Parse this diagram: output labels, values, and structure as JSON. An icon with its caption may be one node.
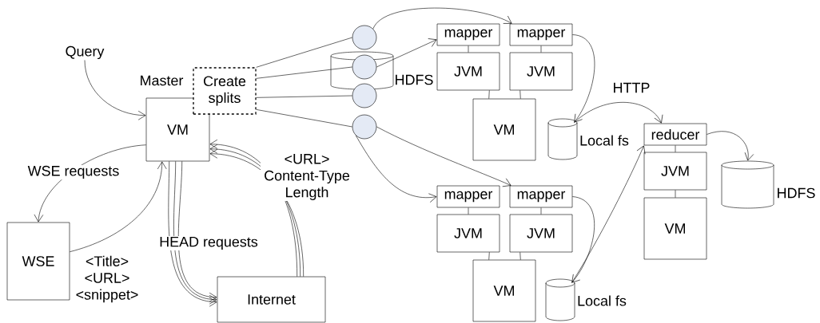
{
  "diagram": {
    "nodes": [
      {
        "text": [
          "Query"
        ]
      },
      {
        "text": [
          "VM"
        ],
        "beside": [
          "Master"
        ]
      },
      {
        "text": [
          "Create splits"
        ]
      },
      {
        "text": [
          "WSE"
        ]
      },
      {
        "text": [
          "Internet"
        ]
      },
      {
        "text": [
          "HDFS"
        ]
      },
      {
        "text": [],
        "shape": "circle"
      },
      {
        "text": [],
        "shape": "circle",
        "in": 5
      },
      {
        "text": [],
        "shape": "circle"
      },
      {
        "text": [],
        "shape": "circle"
      },
      {
        "text": [
          "mapper"
        ]
      },
      {
        "text": [
          "mapper"
        ]
      },
      {
        "text": [
          "JVM"
        ]
      },
      {
        "text": [
          "JVM"
        ]
      },
      {
        "text": [
          "VM"
        ]
      },
      {
        "text": [
          "Local fs"
        ]
      },
      {
        "text": [
          "mapper"
        ]
      },
      {
        "text": [
          "mapper"
        ]
      },
      {
        "text": [
          "JVM"
        ]
      },
      {
        "text": [
          "JVM"
        ]
      },
      {
        "text": [
          "VM"
        ]
      },
      {
        "text": [
          "Local fs"
        ]
      },
      {
        "text": [
          "reducer"
        ]
      },
      {
        "text": [
          "JVM"
        ]
      },
      {
        "text": [
          "VM"
        ]
      },
      {
        "text": [
          "HDFS"
        ]
      }
    ],
    "edges": [
      {
        "from": 0,
        "to": 1,
        "arrow": "to"
      },
      {
        "from": 1,
        "to": 3,
        "arrow": "to",
        "label": "WSE requests"
      },
      {
        "from": 3,
        "to": 1,
        "arrow": "to",
        "label": "<Title> <URL> <snippet>"
      },
      {
        "from": 1,
        "to": 4,
        "arrow": "to",
        "label": "HEAD requests"
      },
      {
        "from": 1,
        "to": 4,
        "arrow": "to"
      },
      {
        "from": 1,
        "to": 4,
        "arrow": "to"
      },
      {
        "from": 4,
        "to": 1,
        "arrow": "to",
        "label": "<URL> Content-Type Length"
      },
      {
        "from": 4,
        "to": 1,
        "arrow": "to"
      },
      {
        "from": 4,
        "to": 1,
        "arrow": "to"
      },
      {
        "from": 2,
        "to": 6,
        "arrow": "none"
      },
      {
        "from": 2,
        "to": 7,
        "arrow": "none"
      },
      {
        "from": 2,
        "to": 8,
        "arrow": "none"
      },
      {
        "from": 2,
        "to": 9,
        "arrow": "none"
      },
      {
        "from": 6,
        "to": 11,
        "arrow": "to"
      },
      {
        "from": 7,
        "to": 10,
        "arrow": "to"
      },
      {
        "from": 9,
        "to": 16,
        "arrow": "to"
      },
      {
        "from": 9,
        "to": 17,
        "arrow": "to"
      },
      {
        "from": 10,
        "to": 12,
        "arrow": "none"
      },
      {
        "from": 11,
        "to": 13,
        "arrow": "none"
      },
      {
        "from": 12,
        "to": 14,
        "arrow": "none"
      },
      {
        "from": 13,
        "to": 14,
        "arrow": "none"
      },
      {
        "from": 16,
        "to": 18,
        "arrow": "none"
      },
      {
        "from": 17,
        "to": 19,
        "arrow": "none"
      },
      {
        "from": 18,
        "to": 20,
        "arrow": "none"
      },
      {
        "from": 19,
        "to": 20,
        "arrow": "none"
      },
      {
        "from": 22,
        "to": 23,
        "arrow": "none"
      },
      {
        "from": 23,
        "to": 24,
        "arrow": "none"
      },
      {
        "from": 11,
        "to": 15,
        "arrow": "to"
      },
      {
        "from": 15,
        "to": 22,
        "arrow": "to",
        "label": "HTTP"
      },
      {
        "from": 17,
        "to": 21,
        "arrow": "to"
      },
      {
        "from": 21,
        "to": 22,
        "arrow": "to"
      },
      {
        "from": 22,
        "to": 25,
        "arrow": "to"
      }
    ]
  }
}
